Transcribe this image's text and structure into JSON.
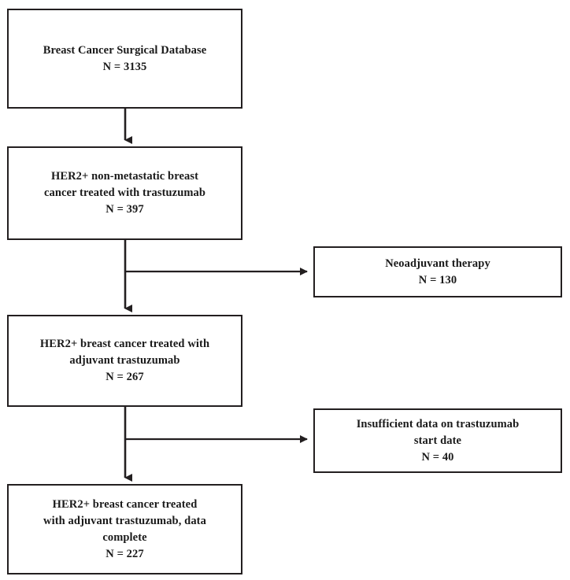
{
  "diagram": {
    "type": "patient-selection-flow-diagram",
    "orientation": "vertical",
    "line_color": "#231f20",
    "background_color": "#ffffff",
    "nodes": [
      {
        "id": "b1",
        "label": "Breast Cancer Surgical Database",
        "count_label": "N = 3135",
        "text": "Breast Cancer Surgical Database\nN = 3135",
        "n": 3135
      },
      {
        "id": "b2",
        "label": "HER2+ non-metastatic breast cancer treated with trastuzumab",
        "count_label": "N = 397",
        "text": "HER2+ non-metastatic breast\ncancer treated with trastuzumab\nN = 397",
        "n": 397
      },
      {
        "id": "x1",
        "label": "Neoadjuvant therapy",
        "count_label": "N = 130",
        "text": "Neoadjuvant therapy\nN = 130",
        "n": 130
      },
      {
        "id": "b3",
        "label": "HER2+ breast cancer treated with adjuvant trastuzumab",
        "count_label": "N = 267",
        "text": "HER2+ breast cancer treated with\nadjuvant trastuzumab\nN = 267",
        "n": 267
      },
      {
        "id": "x2",
        "label": "Insufficient data on trastuzumab start date",
        "count_label": "N = 40",
        "text": "Insufficient data on trastuzumab\nstart date\nN = 40",
        "n": 40
      },
      {
        "id": "b4",
        "label": "HER2+ breast cancer treated with adjuvant trastuzumab, data complete",
        "count_label": "N = 227",
        "text": "HER2+ breast cancer treated\nwith adjuvant trastuzumab, data\ncomplete\nN = 227",
        "n": 227
      }
    ],
    "edges": [
      {
        "id": "e1",
        "from": "b1",
        "to": "b2",
        "direction": "down"
      },
      {
        "id": "e2",
        "from": "b2",
        "to": "b3",
        "direction": "down"
      },
      {
        "id": "e3",
        "from": "b2",
        "to": "x1",
        "direction": "right"
      },
      {
        "id": "e4",
        "from": "b3",
        "to": "b4",
        "direction": "down"
      },
      {
        "id": "e5",
        "from": "b3",
        "to": "x2",
        "direction": "right"
      }
    ]
  }
}
